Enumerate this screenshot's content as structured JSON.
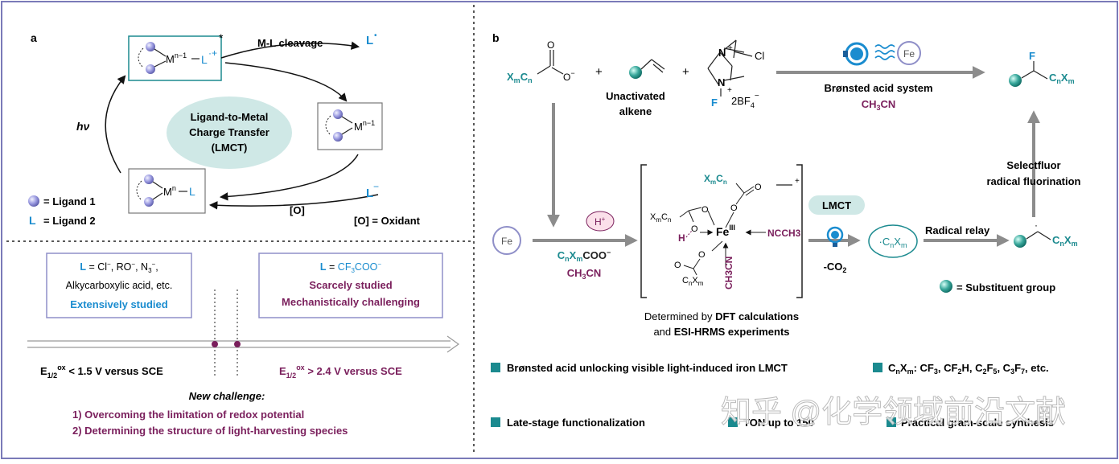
{
  "panel_a": {
    "label": "a",
    "cycle_center": [
      "Ligand-to-Metal",
      "Charge Transfer",
      "(LMCT)"
    ],
    "ml_cleavage": "M-L cleavage",
    "hv": "hν",
    "oxidant_arrow": "[O]",
    "oxidant_legend": "[O] = Oxidant",
    "ligand1_legend": "= Ligand 1",
    "ligand2_L": "L",
    "ligand2_legend": "= Ligand 2",
    "L_radical": "L",
    "L_minus": "L",
    "box_left": {
      "line1": "L = Cl̄, RŌ, N₃̄,",
      "line2": "Alkycarboxylic acid, etc.",
      "line3": "Extensively studied"
    },
    "box_right": {
      "line1": "L = CF₃COO⁻",
      "line2": "Scarcely studied",
      "line3": "Mechanistically challenging"
    },
    "e_low": "E1/2ox < 1.5 V versus SCE",
    "e_high": "E1/2ox > 2.4 V versus SCE",
    "challenge_title": "New challenge:",
    "challenge_1": "1) Overcoming the limitation of redox potential",
    "challenge_2": "2) Determining the structure of light-harvesting species"
  },
  "panel_b": {
    "label": "b",
    "unactivated": "Unactivated",
    "alkene": "alkene",
    "bf4": "2BF4",
    "bronsted_system": "Brønsted acid system",
    "ch3cn_top": "CH3CN",
    "selectfluor_1": "Selectfluor",
    "selectfluor_2": "radical fluorination",
    "lmct": "LMCT",
    "radical_relay": "Radical relay",
    "co2": "-CO2",
    "reagent_1": "CnXmCOO",
    "reagent_2": "CH3CN",
    "ligand_ch3": "NCCH3",
    "ligand_ch3cn": "CH3CN",
    "fe_label": "Fe",
    "substituent_legend": "= Substituent group",
    "dft_1": "Determined by DFT calculations",
    "dft_2": "and ESI-HRMS experiments",
    "bullet_1": "Brønsted acid unlocking visible light-induced iron LMCT",
    "bullet_2": "CnXm: CF3, CF2H, C2F5, C3F7, etc.",
    "bullet_3": "Late-stage functionalization",
    "bullet_4": "TON up to 150",
    "bullet_5": "Practical gram-scale synthesis",
    "watermark": "知乎 @化学领域前沿文献"
  },
  "colors": {
    "teal": "#1b8a8f",
    "purple": "#7a1f5c",
    "blue": "#1a8ccf",
    "sphere": "#8f8fd8",
    "grey_arrow": "#8c8c8c",
    "pale_teal": "#cfe8e6",
    "frame": "#7a7ab8"
  }
}
